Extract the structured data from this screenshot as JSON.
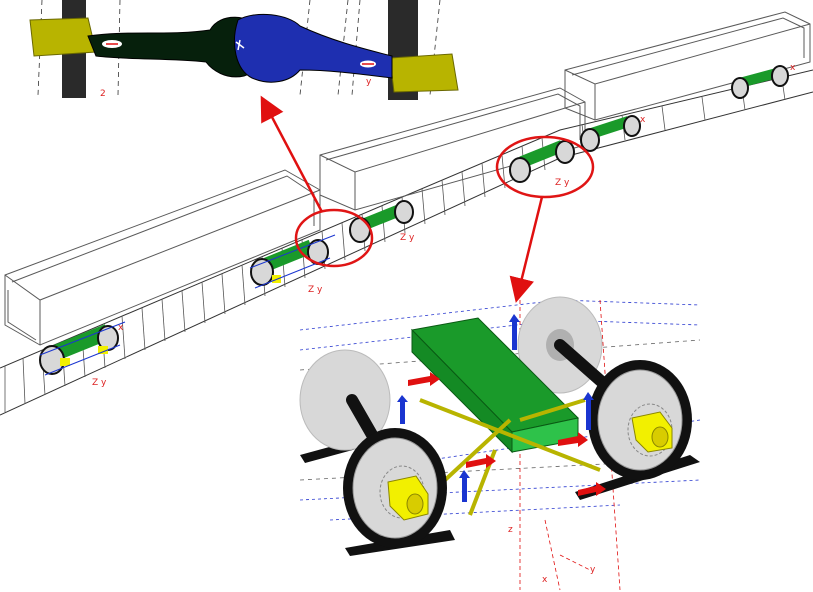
{
  "colors": {
    "car_outline": "#4a4a4a",
    "rail": "#333333",
    "bolster": "#1a9a2a",
    "bolster_light": "#2ec24a",
    "wheel": "#d8d8d8",
    "tire": "#111111",
    "axle_box": "#f2f000",
    "coupler_dark": "#06200c",
    "coupler_blue": "#1e2fb0",
    "coupler_yoke": "#b8b400",
    "force_red": "#e01010",
    "force_blue": "#1a35d0",
    "highlight": "#e01515",
    "brace": "#b8b400"
  },
  "markers": {
    "coupler_tag_left": "⟲",
    "coupler_tag_right": "⟲",
    "small_a": "2",
    "small_b": "y",
    "small_c": "x"
  },
  "callouts": [
    {
      "name": "coupler-detail",
      "target": "top-left inset"
    },
    {
      "name": "bogie-detail",
      "target": "bottom-right inset"
    }
  ]
}
